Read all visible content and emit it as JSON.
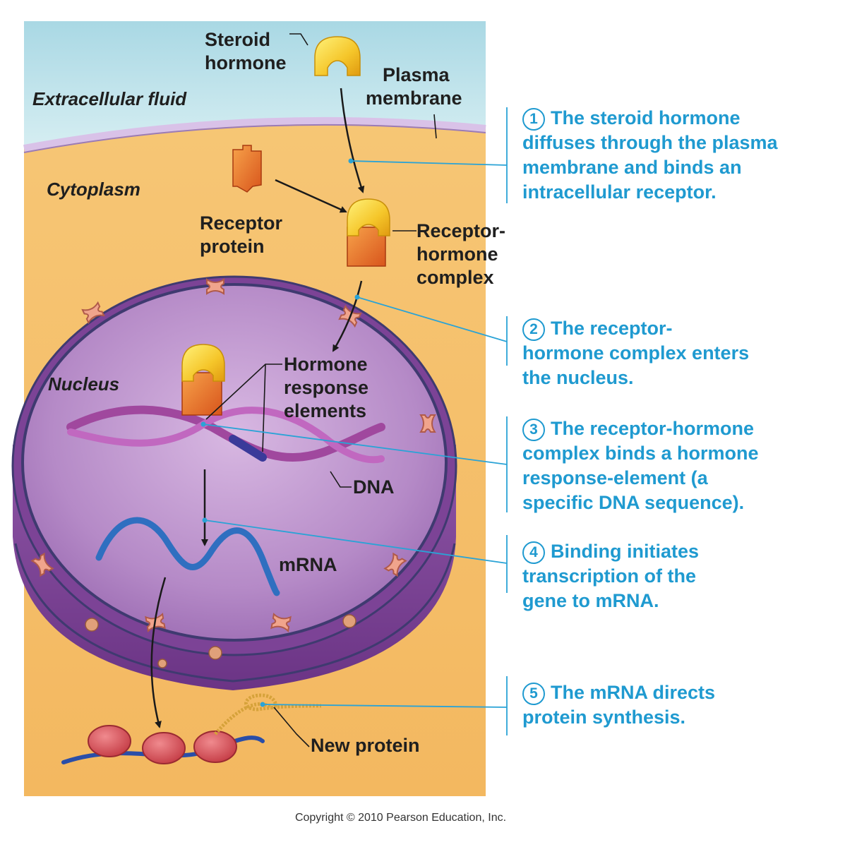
{
  "labels": {
    "steroid_hormone": [
      "Steroid",
      "hormone"
    ],
    "plasma_membrane": [
      "Plasma",
      "membrane"
    ],
    "extracellular_fluid": "Extracellular fluid",
    "cytoplasm": "Cytoplasm",
    "receptor_protein": [
      "Receptor",
      "protein"
    ],
    "receptor_hormone_complex": [
      "Receptor-",
      "hormone",
      "complex"
    ],
    "nucleus": "Nucleus",
    "hormone_response_elements": [
      "Hormone",
      "response",
      "elements"
    ],
    "dna": "DNA",
    "mrna": "mRNA",
    "new_protein": "New protein"
  },
  "steps": [
    {
      "num": "1",
      "lines": [
        "The steroid hormone",
        "diffuses through the plasma",
        "membrane and binds an",
        "intracellular receptor."
      ]
    },
    {
      "num": "2",
      "lines": [
        "The receptor-",
        "hormone complex enters",
        "the nucleus."
      ]
    },
    {
      "num": "3",
      "lines": [
        "The receptor-hormone",
        "complex binds a hormone",
        "response-element (a",
        "specific DNA sequence)."
      ]
    },
    {
      "num": "4",
      "lines": [
        "Binding initiates",
        "transcription of the",
        "gene to mRNA."
      ]
    },
    {
      "num": "5",
      "lines": [
        "The mRNA directs",
        "protein synthesis."
      ]
    }
  ],
  "copyright": "Copyright © 2010 Pearson Education, Inc.",
  "colors": {
    "extracellular": "#bfe2ea",
    "cytoplasm": "#f6c26e",
    "nucleus": "#b07fc0",
    "step_text": "#1f9ad0",
    "label_text": "#1f1f1f"
  }
}
